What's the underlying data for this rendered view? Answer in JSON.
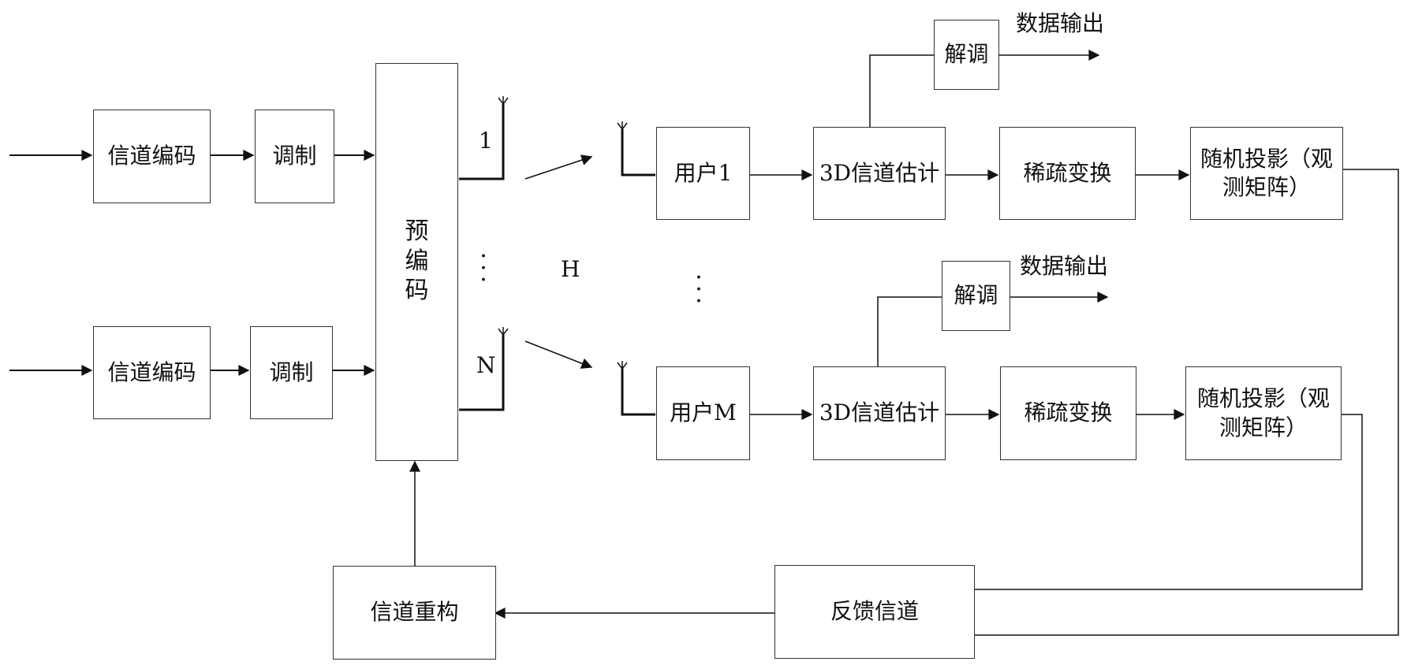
{
  "diagram": {
    "encoder_top": "信道编码",
    "modulator_top": "调制",
    "encoder_bottom": "信道编码",
    "modulator_bottom": "调制",
    "precoder": "预\n编\n码",
    "antenna_1_label": "1",
    "antenna_n_label": "N",
    "channel_label": "H",
    "user_1": "用户1",
    "user_m": "用户M",
    "channel_est_top": "3D信道估计",
    "channel_est_bottom": "3D信道估计",
    "demod_top": "解调",
    "demod_bottom": "解调",
    "data_out_top": "数据输出",
    "data_out_bottom": "数据输出",
    "sparse_top": "稀疏变换",
    "sparse_bottom": "稀疏变换",
    "projection_top": "随机投影（观\n测矩阵）",
    "projection_bottom": "随机投影（观\n测矩阵）",
    "feedback": "反馈信道",
    "reconstruction": "信道重构"
  }
}
